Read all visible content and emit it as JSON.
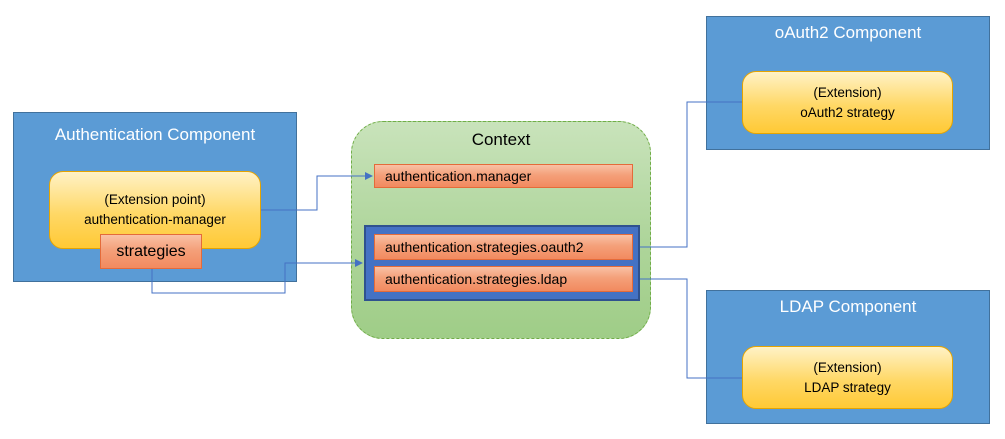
{
  "auth_component": {
    "title": "Authentication Component",
    "extension_point": {
      "line1": "(Extension point)",
      "line2": "authentication-manager"
    },
    "strategies_label": "strategies"
  },
  "context": {
    "title": "Context",
    "manager_key": "authentication.manager",
    "oauth2_key": "authentication.strategies.oauth2",
    "ldap_key": "authentication.strategies.ldap"
  },
  "oauth2_component": {
    "title": "oAuth2 Component",
    "extension": {
      "line1": "(Extension)",
      "line2": "oAuth2 strategy"
    }
  },
  "ldap_component": {
    "title": "LDAP Component",
    "extension": {
      "line1": "(Extension)",
      "line2": "LDAP strategy"
    }
  },
  "colors": {
    "component_fill": "#5b9bd5",
    "context_fill": "#a9d18e",
    "key_fill": "#f4a582",
    "extension_fill": "#ffd966",
    "group_fill": "#4472c4",
    "connector": "#4472c4"
  }
}
